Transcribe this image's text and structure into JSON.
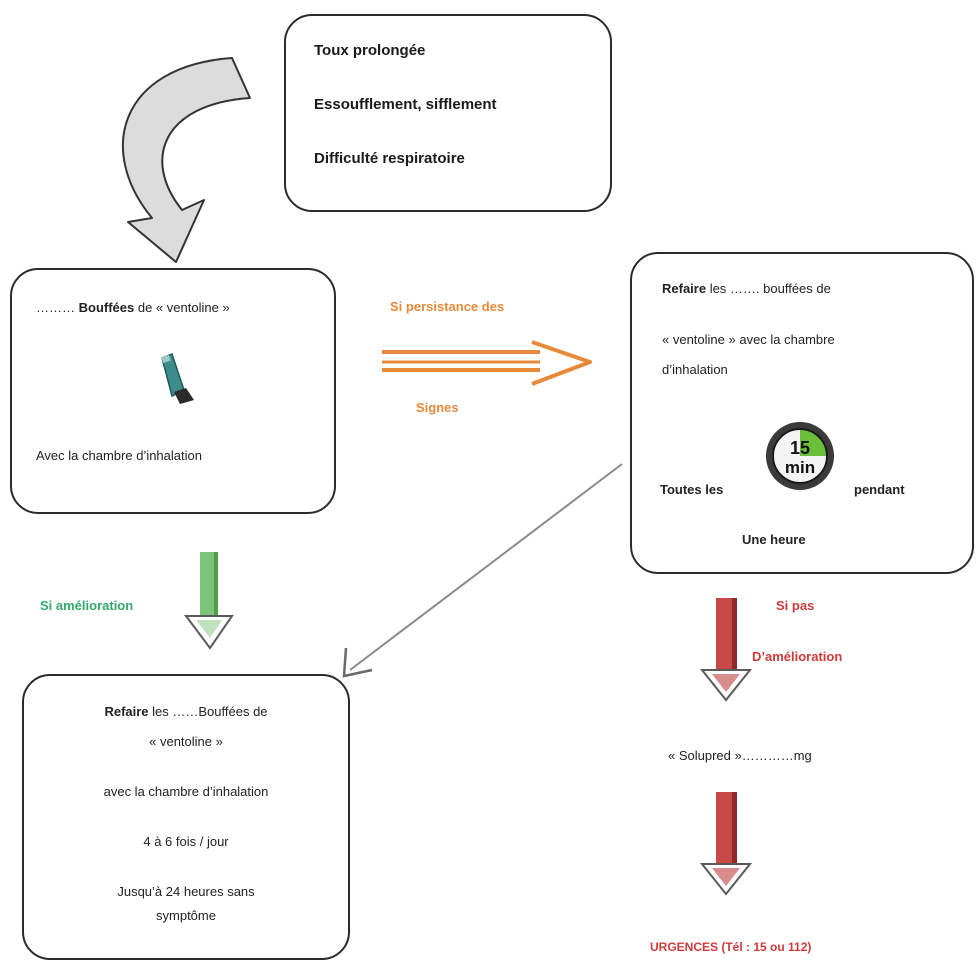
{
  "symptoms": {
    "items": [
      "Toux prolongée",
      "Essoufflement, sifflement",
      "Difficulté respiratoire"
    ]
  },
  "initial_step": {
    "dose_prefix": "……… ",
    "dose_bold": "Bouffées",
    "dose_suffix": " de « ventoline »",
    "chamber_text": "Avec la chambre d’inhalation",
    "inhaler_icon": "inhaler-icon"
  },
  "persistence_arrow": {
    "top_label": "Si persistance  des",
    "bottom_label": "Signes",
    "color": "#e8893a"
  },
  "repeat_step": {
    "line1_bold": "Refaire",
    "line1_rest": " les ……. bouffées  de",
    "line2": "« ventoline » avec la chambre",
    "line3": "d’inhalation",
    "every_label": "Toutes les",
    "timer_value": "15",
    "timer_unit": "min",
    "during_label": "pendant",
    "duration": "Une heure",
    "timer_icon": "stopwatch-icon"
  },
  "improvement_arrow": {
    "label": "Si amélioration",
    "color": "#33a86a"
  },
  "improvement_step": {
    "line1_bold": "Refaire",
    "line1_rest": " les ……Bouffées de",
    "line2": "« ventoline »",
    "line3": "avec la chambre d’inhalation",
    "frequency": "4 à 6 fois / jour",
    "duration_line1": "Jusqu’à 24 heures sans",
    "duration_line2": "symptôme"
  },
  "no_improvement_arrow": {
    "label_line1": "Si pas",
    "label_line2": "D’amélioration",
    "color": "#d23a3a"
  },
  "solupred": {
    "text": "« Solupred »…………mg"
  },
  "emergency": {
    "text": "URGENCES (Tél : 15 ou 112)",
    "color": "#d23a3a"
  }
}
